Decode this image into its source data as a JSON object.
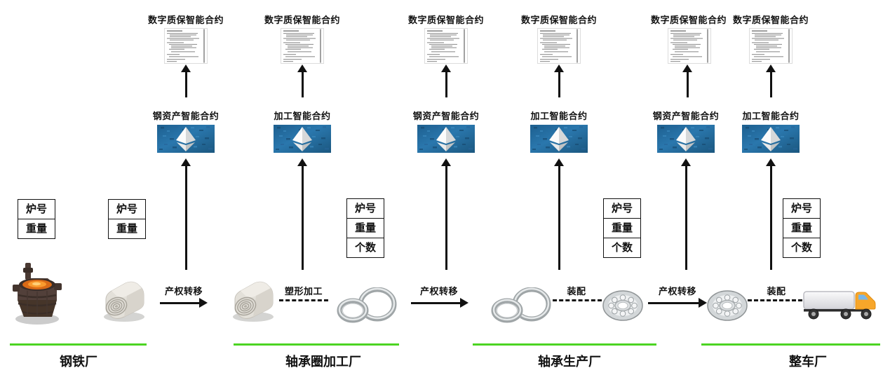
{
  "contract_labels": {
    "warranty_contract": "数字质保智能合约",
    "steel_asset_contract": "钢资产智能合约",
    "processing_contract": "加工智能合约"
  },
  "columns": [
    {
      "top": "数字质保智能合约",
      "mid": "钢资产智能合约"
    },
    {
      "top": "数字质保智能合约",
      "mid": "加工智能合约"
    },
    {
      "top": "数字质保智能合约",
      "mid": "钢资产智能合约"
    },
    {
      "top": "数字质保智能合约",
      "mid": "加工智能合约"
    },
    {
      "top": "数字质保智能合约",
      "mid": "钢资产智能合约"
    },
    {
      "top": "数字质保智能合约",
      "mid": "加工智能合约"
    }
  ],
  "attribute_boxes": [
    {
      "fields": [
        "炉号",
        "重量"
      ]
    },
    {
      "fields": [
        "炉号",
        "重量"
      ]
    },
    {
      "fields": [
        "炉号",
        "重量",
        "个数"
      ]
    },
    {
      "fields": [
        "炉号",
        "重量",
        "个数"
      ]
    },
    {
      "fields": [
        "炉号",
        "重量",
        "个数"
      ]
    }
  ],
  "flow_steps": [
    {
      "label": "产权转移",
      "connector": "solid-arrow"
    },
    {
      "label": "塑形加工",
      "connector": "dashed"
    },
    {
      "label": "产权转移",
      "connector": "solid-arrow"
    },
    {
      "label": "装配",
      "connector": "dashed"
    },
    {
      "label": "产权转移",
      "connector": "solid-arrow"
    },
    {
      "label": "装配",
      "connector": "dashed"
    }
  ],
  "factories": [
    {
      "name": "钢铁厂"
    },
    {
      "name": "轴承圈加工厂"
    },
    {
      "name": "轴承生产厂"
    },
    {
      "name": "整车厂"
    }
  ],
  "icons": {
    "contract_document": "code-document-icon",
    "ethereum_contract": "ethereum-diamond-on-blue-icon",
    "furnace_ladle": "molten-steel-ladle-icon",
    "steel_coil": "steel-coil-icon",
    "bearing_rings": "bearing-rings-icon",
    "ball_bearing": "ball-bearing-icon",
    "truck": "delivery-truck-icon",
    "up_arrow": "arrow-up-icon",
    "right_arrow": "arrow-right-icon"
  },
  "colors": {
    "underline_green": "#4cd422",
    "eth_blue": "#2272a8",
    "text_black": "#111111",
    "molten_orange": "#f99b2e",
    "truck_orange": "#f7a62a"
  }
}
